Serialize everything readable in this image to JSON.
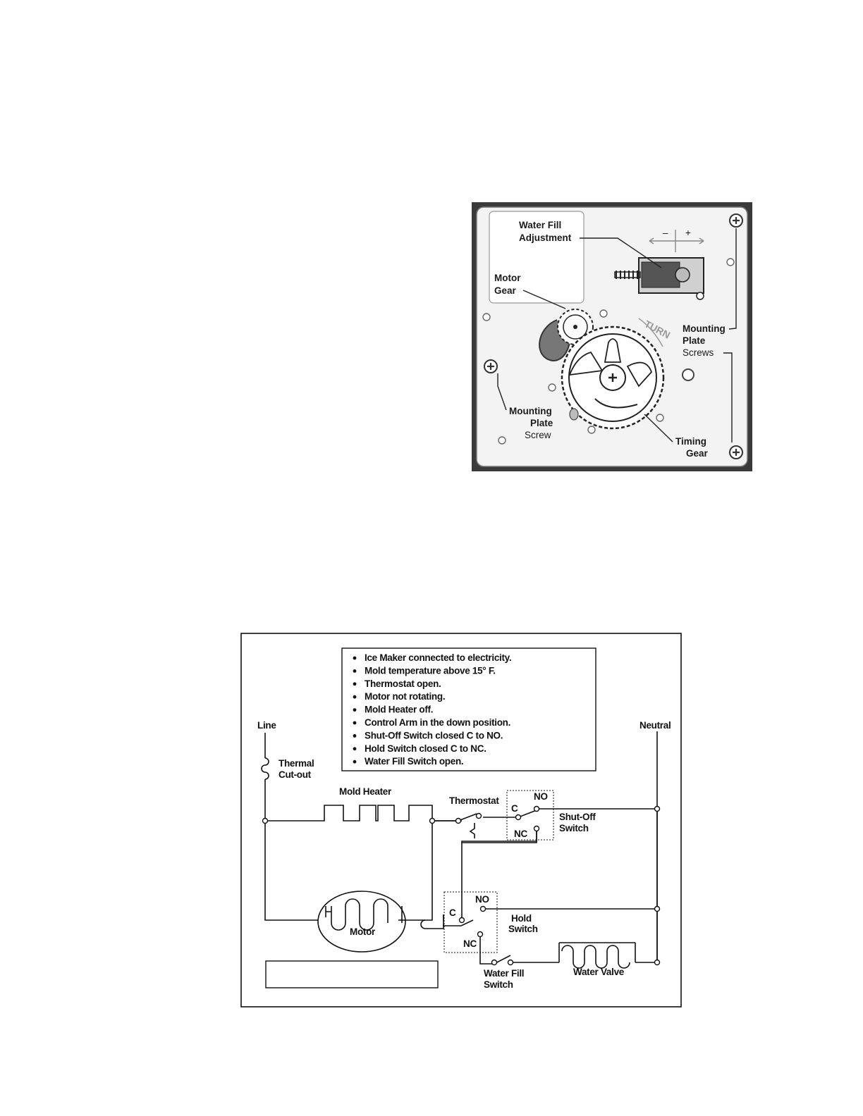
{
  "figure1": {
    "labels": {
      "water_fill_line1": "Water Fill",
      "water_fill_line2": "Adjustment",
      "minus": "–",
      "plus": "+",
      "motor_gear_line1": "Motor",
      "motor_gear_line2": "Gear",
      "turn": "TURN",
      "mounting_right_line1": "Mounting",
      "mounting_right_line2": "Plate",
      "mounting_right_line3": "Screws",
      "mounting_left_line1": "Mounting",
      "mounting_left_line2": "Plate",
      "mounting_left_line3": "Screw",
      "timing_line1": "Timing",
      "timing_line2": "Gear"
    },
    "colors": {
      "plate": "#f4f4f4",
      "frame": "#3a3a3a",
      "gear": "#ffffff"
    }
  },
  "figure2": {
    "conditions": [
      "Ice Maker connected to electricity.",
      "Mold temperature above 15° F.",
      "Thermostat open.",
      "Motor not rotating.",
      "Mold Heater off.",
      "Control Arm in the down position.",
      "Shut-Off Switch closed C to NO.",
      "Hold Switch closed C to NC.",
      "Water Fill Switch open."
    ],
    "labels": {
      "line": "Line",
      "neutral": "Neutral",
      "thermal_line1": "Thermal",
      "thermal_line2": "Cut-out",
      "mold_heater": "Mold Heater",
      "thermostat": "Thermostat",
      "c1": "C",
      "no1": "NO",
      "nc1": "NC",
      "shutoff_line1": "Shut-Off",
      "shutoff_line2": "Switch",
      "motor": "Motor",
      "c2": "C",
      "no2": "NO",
      "nc2": "NC",
      "hold_line1": "Hold",
      "hold_line2": "Switch",
      "waterfill_line1": "Water Fill",
      "waterfill_line2": "Switch",
      "water_valve": "Water Valve"
    }
  }
}
